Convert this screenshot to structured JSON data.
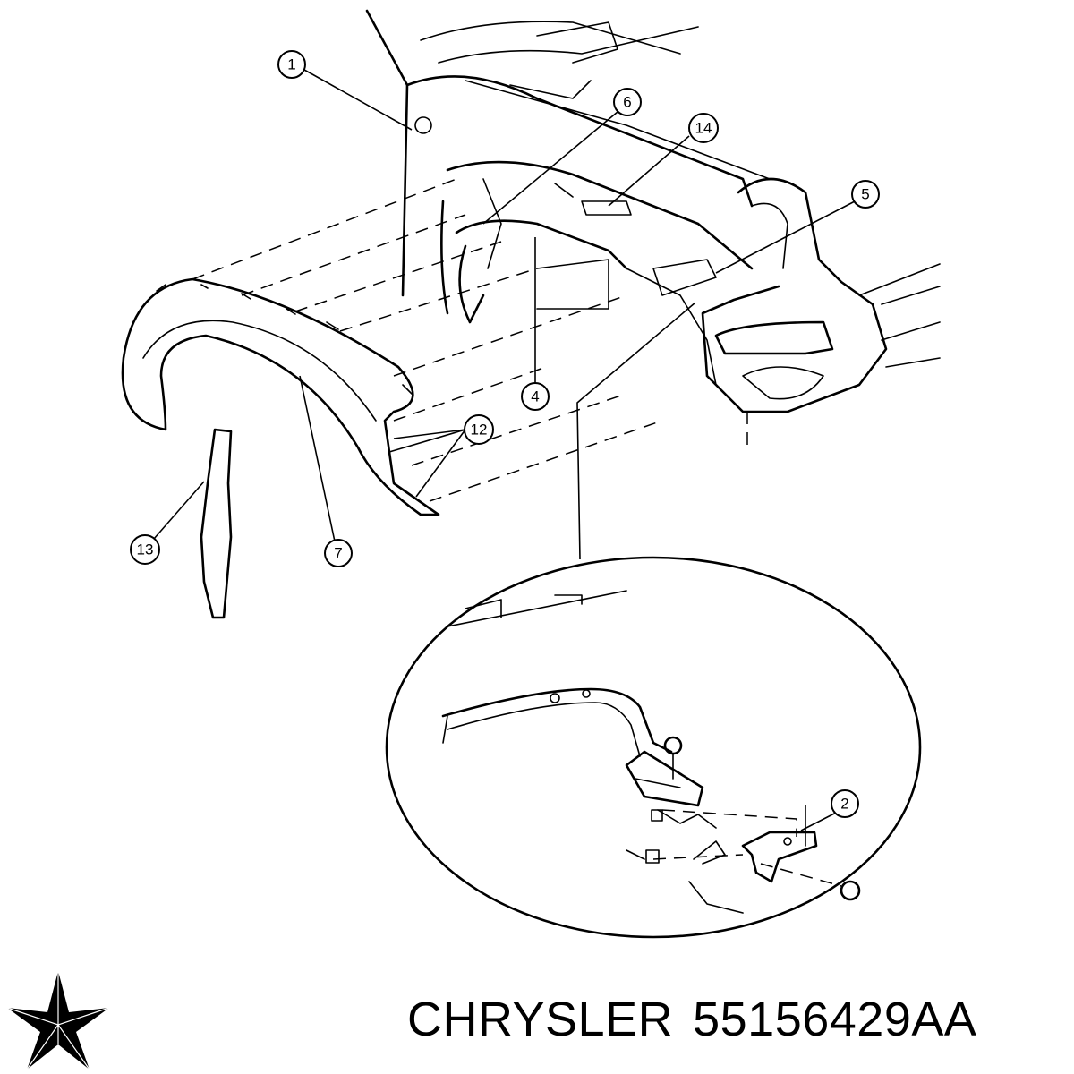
{
  "diagram": {
    "callouts": [
      {
        "id": "c1",
        "label": "1"
      },
      {
        "id": "c2",
        "label": "2"
      },
      {
        "id": "c4",
        "label": "4"
      },
      {
        "id": "c5",
        "label": "5"
      },
      {
        "id": "c6",
        "label": "6"
      },
      {
        "id": "c7",
        "label": "7"
      },
      {
        "id": "c12",
        "label": "12"
      },
      {
        "id": "c13",
        "label": "13"
      },
      {
        "id": "c14",
        "label": "14"
      }
    ]
  },
  "footer": {
    "brand": "CHRYSLER",
    "part_number": "55156429AA",
    "logo_icon": "chrysler-pentastar-icon"
  }
}
